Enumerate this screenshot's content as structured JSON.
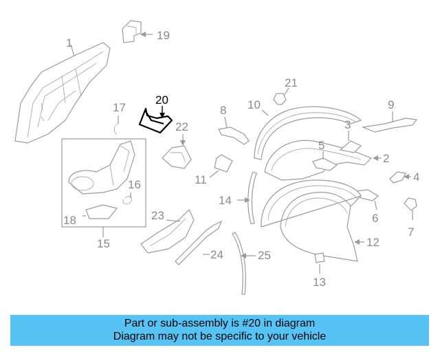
{
  "diagram": {
    "highlighted_callout": "20",
    "callouts": {
      "c1": "1",
      "c2": "2",
      "c3": "3",
      "c4": "4",
      "c5": "5",
      "c6": "6",
      "c7": "7",
      "c8": "8",
      "c9": "9",
      "c10": "10",
      "c11": "11",
      "c12": "12",
      "c13": "13",
      "c14": "14",
      "c15": "15",
      "c16": "16",
      "c17": "17",
      "c18": "18",
      "c19": "19",
      "c20": "20",
      "c21": "21",
      "c22": "22",
      "c23": "23",
      "c24": "24",
      "c25": "25"
    }
  },
  "banner": {
    "line1": "Part or sub-assembly is #20 in diagram",
    "line2": "Diagram may not be specific to your vehicle",
    "background": "#57c3f5"
  },
  "colors": {
    "line": "#9a9a9a",
    "highlight": "#000000"
  }
}
